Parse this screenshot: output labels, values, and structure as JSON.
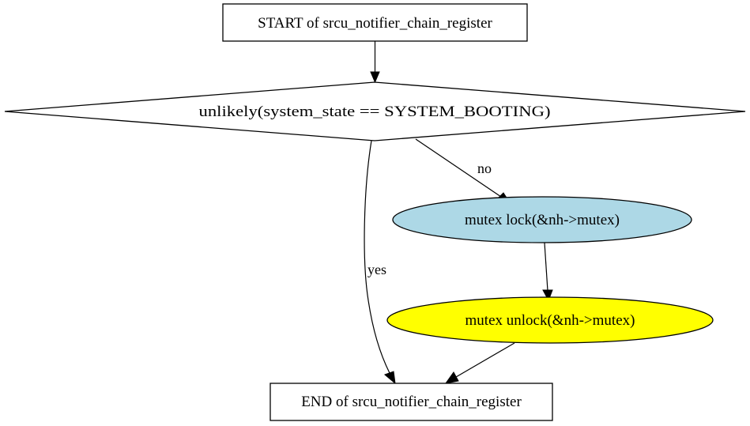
{
  "diagram": {
    "type": "flowchart",
    "nodes": {
      "start": {
        "label": "START of srcu_notifier_chain_register",
        "shape": "box",
        "fill": "#ffffff"
      },
      "cond": {
        "label": "unlikely(system_state == SYSTEM_BOOTING)",
        "shape": "diamond",
        "fill": "#ffffff"
      },
      "lock": {
        "label": "mutex  lock(&nh->mutex)",
        "shape": "ellipse",
        "fill": "#add8e6"
      },
      "unlock": {
        "label": "mutex  unlock(&nh->mutex)",
        "shape": "ellipse",
        "fill": "#ffff00"
      },
      "end": {
        "label": "END of srcu_notifier_chain_register",
        "shape": "box",
        "fill": "#ffffff"
      }
    },
    "edges": [
      {
        "from": "start",
        "to": "cond",
        "label": ""
      },
      {
        "from": "cond",
        "to": "lock",
        "label": "no"
      },
      {
        "from": "cond",
        "to": "end",
        "label": "yes"
      },
      {
        "from": "lock",
        "to": "unlock",
        "label": ""
      },
      {
        "from": "unlock",
        "to": "end",
        "label": ""
      }
    ]
  }
}
